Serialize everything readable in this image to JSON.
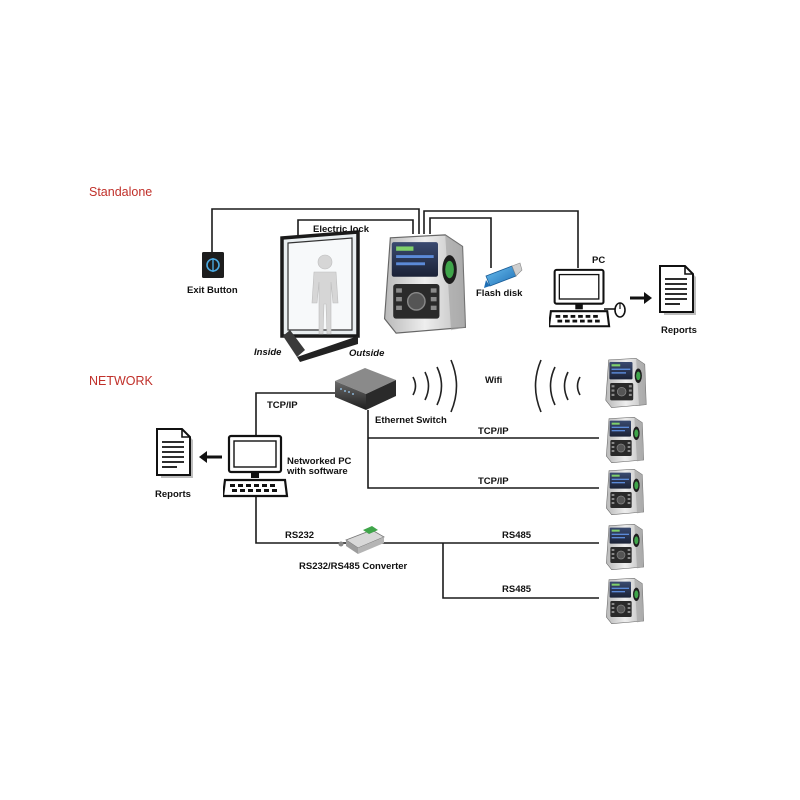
{
  "sections": {
    "standalone": "Standalone",
    "network": "NETWORK"
  },
  "labels": {
    "electric_lock": "Electric lock",
    "exit_button": "Exit Button",
    "flash_disk": "Flash disk",
    "pc": "PC",
    "reports_top": "Reports",
    "inside": "Inside",
    "outside": "Outside",
    "wifi": "Wifi",
    "tcpip_pc": "TCP/IP",
    "ethernet_switch": "Ethernet Switch",
    "tcpip_1": "TCP/IP",
    "tcpip_2": "TCP/IP",
    "networked_pc_1": "Networked PC",
    "networked_pc_2": "with software",
    "reports_bottom": "Reports",
    "rs232": "RS232",
    "rs485_1": "RS485",
    "rs485_2": "RS485",
    "converter": "RS232/RS485 Converter"
  },
  "colors": {
    "section_text": "#c0302a",
    "device_screen": "#2a3550",
    "device_body": "#d9d9d9",
    "fingerprint_green": "#3fa54a",
    "flash_blue": "#2f8fd0"
  },
  "icons": {
    "exit_button": "exit-button-icon",
    "door": "door-icon",
    "person": "person-icon",
    "terminal": "face-recognition-terminal-icon",
    "flash_disk": "usb-flash-disk-icon",
    "computer": "computer-icon",
    "mouse": "mouse-icon",
    "report": "report-document-icon",
    "switch": "ethernet-switch-icon",
    "converter": "rs232-rs485-converter-icon",
    "arrow": "arrow-icon"
  }
}
